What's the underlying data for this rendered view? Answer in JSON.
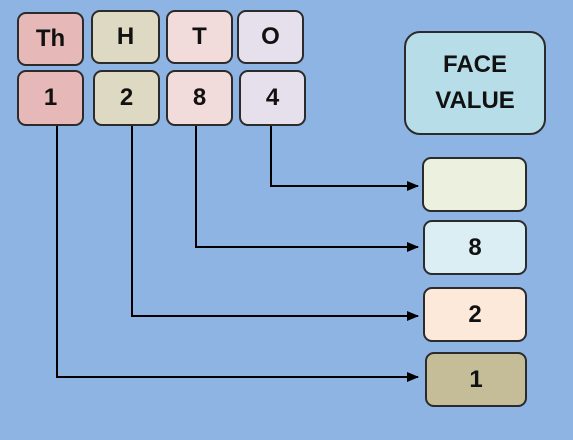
{
  "place_headers": [
    "Th",
    "H",
    "T",
    "O"
  ],
  "digits": [
    "1",
    "2",
    "8",
    "4"
  ],
  "face_value_label": {
    "line1": "FACE",
    "line2": "VALUE"
  },
  "answers": [
    "",
    "8",
    "2",
    "1"
  ],
  "colors": {
    "background": "#8eb4e3",
    "thousands": "#e6b9b8",
    "hundreds": "#ddd9c3",
    "tens": "#f2dcdb",
    "ones": "#e6e0ec",
    "face_label": "#b7dee8",
    "answer_ones": "#ebf1de",
    "answer_tens": "#dbeef4",
    "answer_hundreds": "#fde9d9",
    "answer_thousands": "#c4bd97",
    "line": "#000000"
  }
}
